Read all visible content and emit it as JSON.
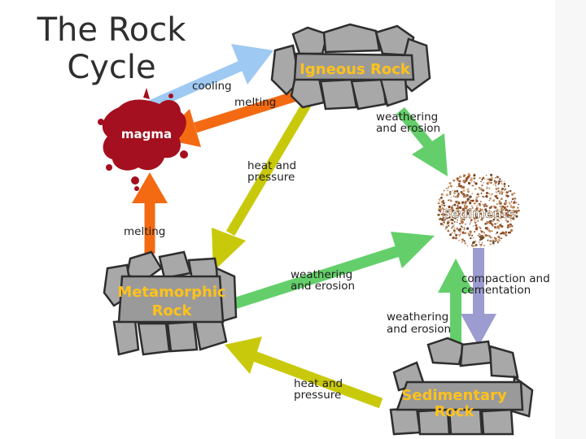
{
  "title": {
    "line1": "The Rock",
    "line2": "Cycle"
  },
  "nodes": {
    "igneous": "Igneous Rock",
    "magma": "magma",
    "sediments": "Sediments",
    "metamorphic": {
      "line1": "Metamorphic",
      "line2": "Rock"
    },
    "sedimentary": {
      "line1": "Sedimentary",
      "line2": "Rock"
    }
  },
  "labels": {
    "cooling": "cooling",
    "melting_top": "melting",
    "weathering_top": {
      "line1": "weathering",
      "line2": "and erosion"
    },
    "heat_pressure_top": {
      "line1": "heat and",
      "line2": "pressure"
    },
    "melting_left": "melting",
    "weathering_mid": {
      "line1": "weathering",
      "line2": "and erosion"
    },
    "compaction": {
      "line1": "compaction and",
      "line2": "cementation"
    },
    "weathering_bottom": {
      "line1": "weathering",
      "line2": "and erosion"
    },
    "heat_pressure_bottom": {
      "line1": "heat and",
      "line2": "pressure"
    }
  },
  "colors": {
    "blue_arrow": "#9ec9f2",
    "orange_arrow": "#f36a13",
    "green_arrow": "#64cf6a",
    "olive_arrow": "#c9c90c",
    "purple_arrow": "#9c9cd1",
    "rock_fill": "#a8a8a8",
    "rock_stroke": "#2e2e2e",
    "magma": "#a4101f",
    "node_label": "#ffc21a"
  }
}
